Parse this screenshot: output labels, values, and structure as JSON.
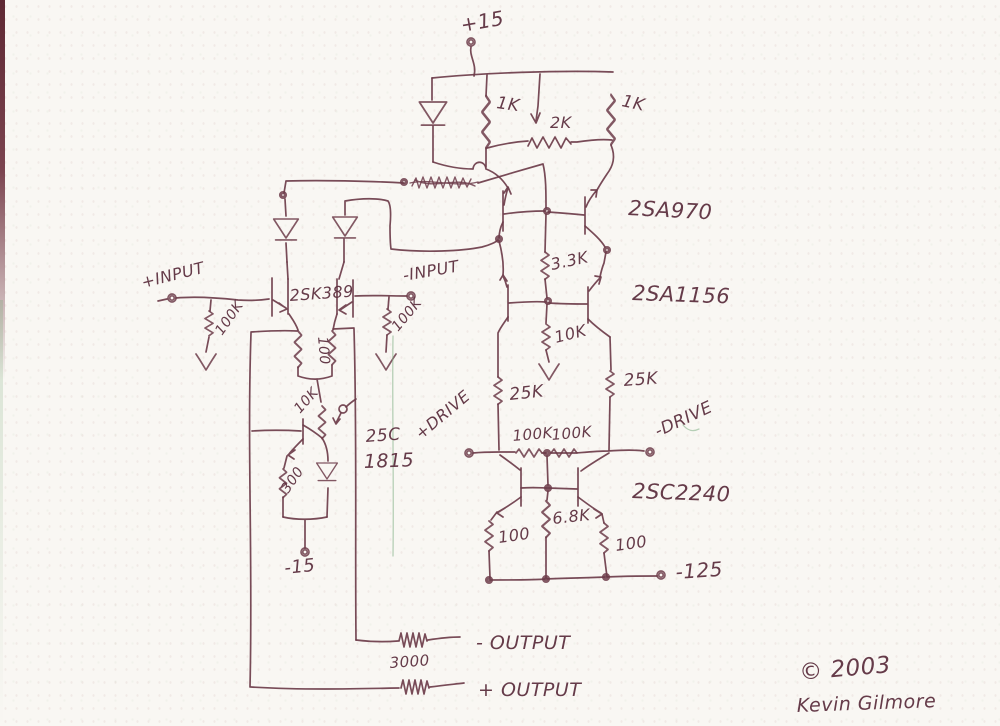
{
  "schematic": {
    "power": {
      "v_plus": "+15",
      "v_minus": "-15",
      "v_out_neg": "-125"
    },
    "io": {
      "input_pos": "+INPUT",
      "input_neg": "-INPUT",
      "drive_pos": "+DRIVE",
      "drive_neg": "-DRIVE",
      "output_neg": "- OUTPUT",
      "output_pos": "+ OUTPUT"
    },
    "devices": {
      "jfet_input_pair": "2SK389",
      "pnp_diff_pair": "2SA970",
      "pnp_cascode_pair": "2SA1156",
      "npn_drive_pair": "2SC2240",
      "npn_bias_line1": "25C",
      "npn_bias_line2": "1815"
    },
    "resistors": {
      "r_1k_left": "1K",
      "r_pot_2k": "2K",
      "r_1k_right": "1K",
      "r_3k3": "3.3K",
      "r_10k_bias": "10K",
      "r_25k_left": "25K",
      "r_25k_right": "25K",
      "r_100k_drive_left": "100K",
      "r_100k_drive_right": "100K",
      "r_100k_input_left": "100K",
      "r_100k_input_right": "100K",
      "r_100_source": "100",
      "r_10k_trim": "10K",
      "r_300": "300",
      "r_100_left": "100",
      "r_6k8": "6.8K",
      "r_100_right": "100",
      "r_out_3000": "3000"
    },
    "signature": {
      "line1": "© 2003",
      "line2": "Kevin Gilmore"
    },
    "colors": {
      "ink": "#6d3c4a",
      "paper": "#f9f7f3",
      "edge_maroon": "#5e2833",
      "artifact_green": "#7fae83"
    }
  }
}
